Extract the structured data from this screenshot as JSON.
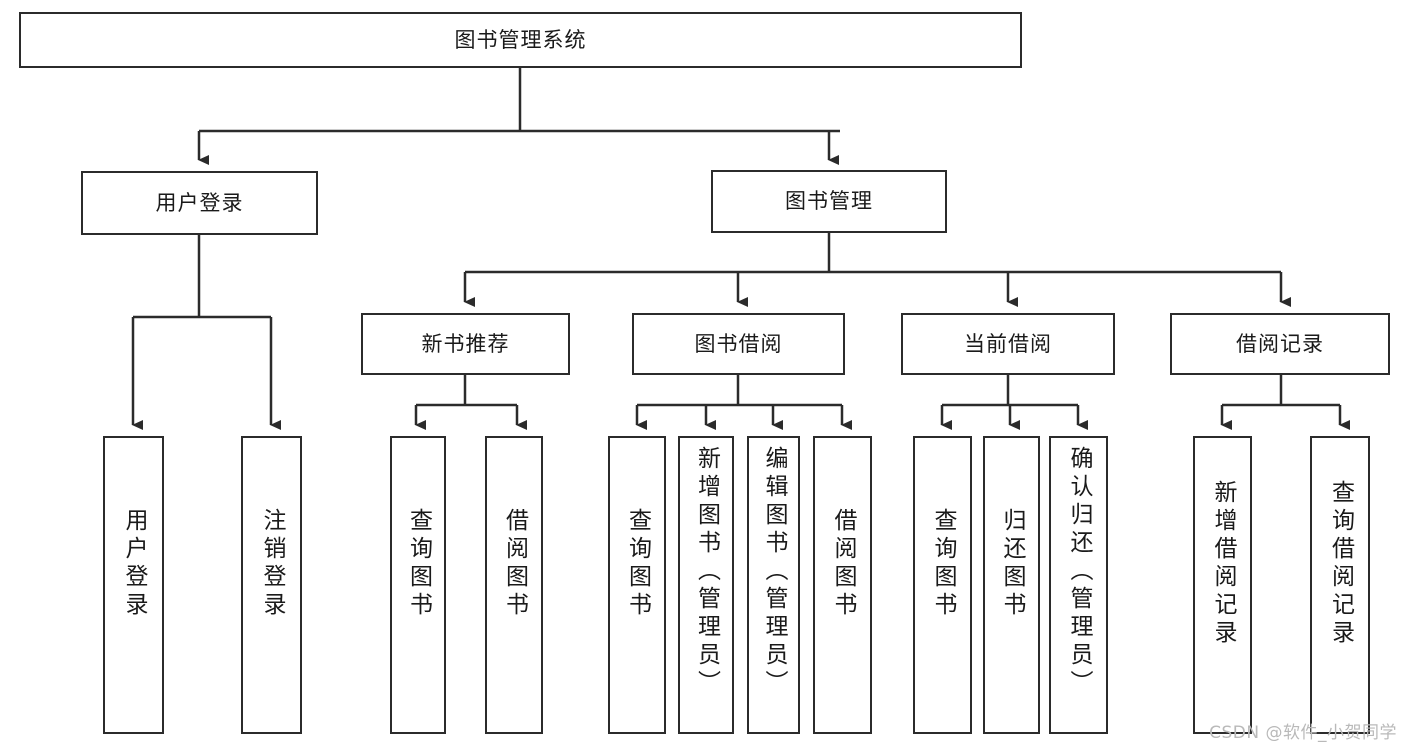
{
  "diagram": {
    "title": "图书管理系统",
    "watermark": "CSDN @软件_小贺同学",
    "line_color": "#2b2b2b",
    "box_fill": "#ffffff",
    "text_color": "#1a1a1a",
    "watermark_color": "#b9b9b9",
    "type": "tree-hierarchy",
    "levels": 4
  },
  "nodes": {
    "root": {
      "label": "图书管理系统"
    },
    "level2": [
      {
        "id": "user-login",
        "label": "用户登录"
      },
      {
        "id": "book-manage",
        "label": "图书管理"
      }
    ],
    "level3": [
      {
        "id": "new-book-recommend",
        "label": "新书推荐",
        "parent": "book-manage"
      },
      {
        "id": "book-borrow",
        "label": "图书借阅",
        "parent": "book-manage"
      },
      {
        "id": "current-borrow",
        "label": "当前借阅",
        "parent": "book-manage"
      },
      {
        "id": "borrow-record",
        "label": "借阅记录",
        "parent": "book-manage"
      }
    ],
    "leaves": [
      {
        "id": "leaf-user-login",
        "label": "用户登录",
        "parent": "user-login"
      },
      {
        "id": "leaf-logout-login",
        "label": "注销登录",
        "parent": "user-login"
      },
      {
        "id": "leaf-query-book-1",
        "label": "查询图书",
        "parent": "new-book-recommend"
      },
      {
        "id": "leaf-borrow-book-1",
        "label": "借阅图书",
        "parent": "new-book-recommend"
      },
      {
        "id": "leaf-query-book-2",
        "label": "查询图书",
        "parent": "book-borrow"
      },
      {
        "id": "leaf-add-book",
        "label": "新增图书（管理员）",
        "parent": "book-borrow"
      },
      {
        "id": "leaf-edit-book",
        "label": "编辑图书（管理员）",
        "parent": "book-borrow"
      },
      {
        "id": "leaf-borrow-book-2",
        "label": "借阅图书",
        "parent": "book-borrow"
      },
      {
        "id": "leaf-query-book-3",
        "label": "查询图书",
        "parent": "current-borrow"
      },
      {
        "id": "leaf-return-book",
        "label": "归还图书",
        "parent": "current-borrow"
      },
      {
        "id": "leaf-confirm-return",
        "label": "确认归还（管理员）",
        "parent": "current-borrow"
      },
      {
        "id": "leaf-add-record",
        "label": "新增借阅记录",
        "parent": "borrow-record"
      },
      {
        "id": "leaf-query-record",
        "label": "查询借阅记录",
        "parent": "borrow-record"
      }
    ]
  }
}
